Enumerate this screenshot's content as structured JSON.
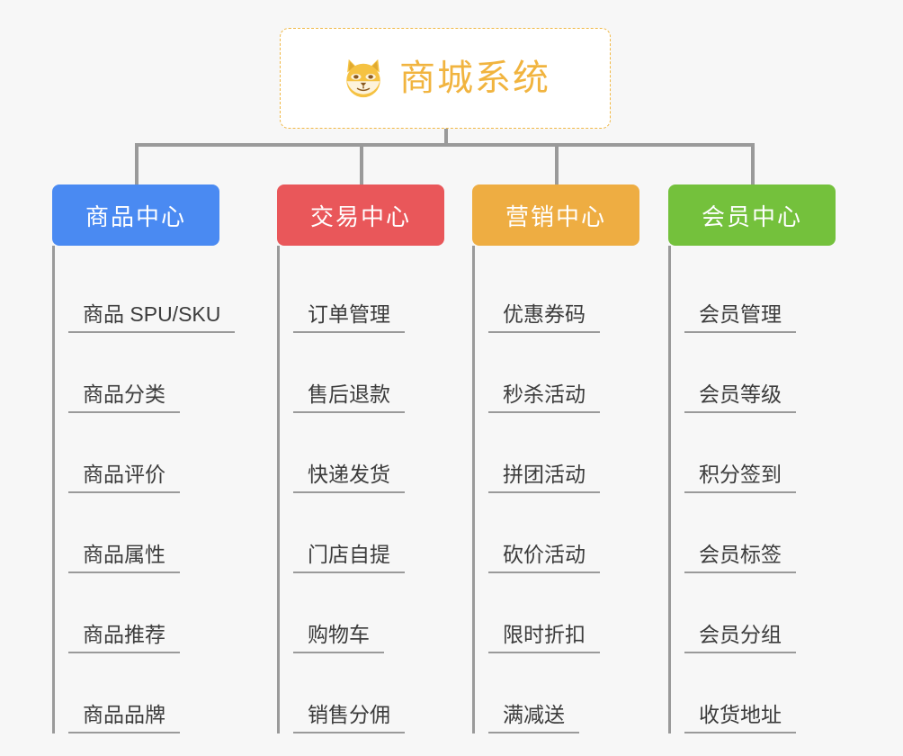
{
  "page": {
    "background_color": "#f7f7f7",
    "type": "mindmap-tree"
  },
  "root": {
    "title": "商城系统",
    "icon": "shiba-dog-icon",
    "text_color": "#f1b43f",
    "border_color": "#f0b846",
    "background_color": "#ffffff",
    "border_style": "dashed"
  },
  "branches": [
    {
      "label": "商品中心",
      "color": "#4a8af2",
      "items": [
        "商品 SPU/SKU",
        "商品分类",
        "商品评价",
        "商品属性",
        "商品推荐",
        "商品品牌"
      ]
    },
    {
      "label": "交易中心",
      "color": "#e9575a",
      "items": [
        "订单管理",
        "售后退款",
        "快递发货",
        "门店自提",
        "购物车",
        "销售分佣"
      ]
    },
    {
      "label": "营销中心",
      "color": "#eead42",
      "items": [
        "优惠券码",
        "秒杀活动",
        "拼团活动",
        "砍价活动",
        "限时折扣",
        "满减送"
      ]
    },
    {
      "label": "会员中心",
      "color": "#74c13c",
      "items": [
        "会员管理",
        "会员等级",
        "积分签到",
        "会员标签",
        "会员分组",
        "收货地址"
      ]
    }
  ],
  "connector_color": "#9a9a9a",
  "chart_data": {
    "type": "table",
    "title": "商城系统",
    "categories": [
      "商品中心",
      "交易中心",
      "营销中心",
      "会员中心"
    ],
    "series": [
      {
        "name": "商品中心",
        "values": [
          "商品 SPU/SKU",
          "商品分类",
          "商品评价",
          "商品属性",
          "商品推荐",
          "商品品牌"
        ]
      },
      {
        "name": "交易中心",
        "values": [
          "订单管理",
          "售后退款",
          "快递发货",
          "门店自提",
          "购物车",
          "销售分佣"
        ]
      },
      {
        "name": "营销中心",
        "values": [
          "优惠券码",
          "秒杀活动",
          "拼团活动",
          "砍价活动",
          "限时折扣",
          "满减送"
        ]
      },
      {
        "name": "会员中心",
        "values": [
          "会员管理",
          "会员等级",
          "积分签到",
          "会员标签",
          "会员分组",
          "收货地址"
        ]
      }
    ]
  }
}
